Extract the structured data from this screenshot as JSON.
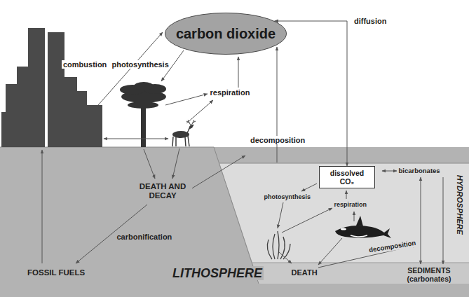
{
  "diagram": {
    "nodes": [
      {
        "text": [
          "carbon dioxide"
        ]
      },
      {
        "text": [
          "dissolved CO₂"
        ]
      }
    ],
    "edges": [
      {
        "from": 0,
        "to": 1,
        "arrow": "both",
        "label": "diffusion"
      }
    ],
    "labels": [
      "combustion",
      "photosynthesis",
      "respiration",
      "decomposition",
      "DEATH AND DECAY",
      "carbonification",
      "FOSSIL FUELS",
      "photosynthesis",
      "respiration",
      "bicarbonates",
      "decomposition",
      "DEATH",
      "SEDIMENTS (carbonates)",
      "HYDROSPHERE",
      "LITHOSPHERE"
    ]
  }
}
